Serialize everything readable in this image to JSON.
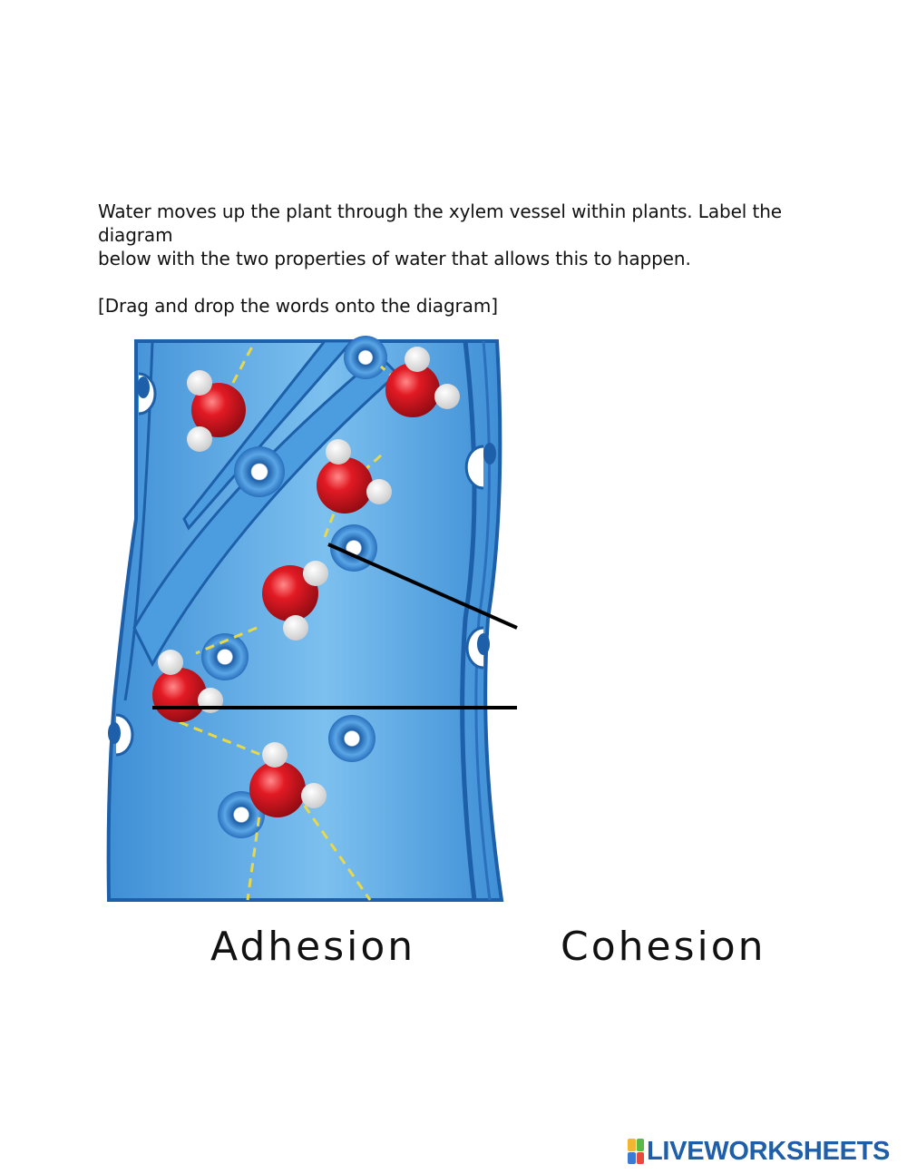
{
  "instructions": {
    "line1": "Water moves up the plant through the xylem vessel within plants. Label the diagram",
    "line2": "below with the two properties of water that allows this to happen.",
    "line3": "[Drag and drop the words onto the diagram]"
  },
  "word_bank": {
    "adhesion": "Adhesion",
    "cohesion": "Cohesion"
  },
  "diagram": {
    "subject": "xylem-vessel-water-molecules",
    "colors": {
      "vessel": "#3f8fd6",
      "vessel_light": "#7cc0ef",
      "vessel_dark": "#1d5fa8",
      "molecule_oxygen": "#d7141f",
      "molecule_hydrogen": "#ffffff",
      "bond_line": "#e8d84a",
      "label_line": "#000000"
    }
  },
  "brand": {
    "name": "LIVEWORKSHEETS",
    "logo_colors": [
      "#f2b632",
      "#5ab947",
      "#3a7bd5",
      "#e84a3c"
    ]
  }
}
